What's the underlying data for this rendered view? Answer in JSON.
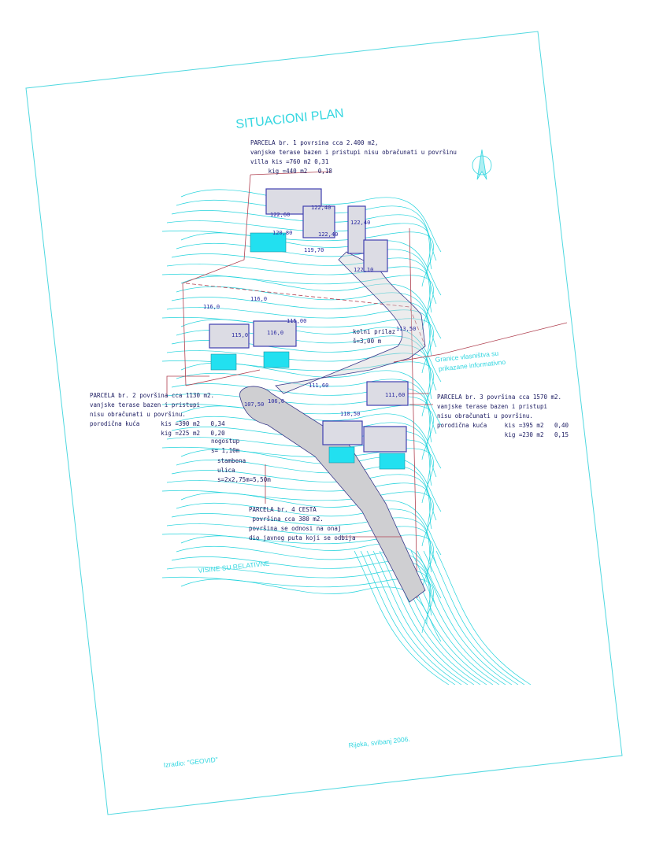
{
  "title": "SITUACIONI PLAN",
  "parcels": [
    {
      "lines": [
        "PARCELA br. 1 povrsina cca 2.400 m2,",
        "vanjske terase bazen i pristupi nisu obračunati u površinu",
        "villa kis =760 m2   0,31",
        "     kig =440 m2   0,18"
      ]
    },
    {
      "lines": [
        "PARCELA br. 2 površina cca 1130 m2.",
        "vanjske terase bazen i pristupi",
        "nisu obračunati u površinu.",
        "porodična kuća      kis =390 m2   0,34",
        "                    kig =225 m2   0,20"
      ]
    },
    {
      "lines": [
        "PARCELA br. 3 površina cca 1570 m2.",
        "vanjske terase bazen i pristupi",
        "nisu obračunati u površinu.",
        "porodična kuća     kis =395 m2   0,40",
        "                   kig =230 m2   0,15"
      ]
    },
    {
      "lines": [
        "PARCELA br. 4 CESTA",
        " površina cca 380 m2.",
        "površina se odnosi na onaj",
        "dio javnog puta koji se odbija"
      ]
    }
  ],
  "annotations": {
    "nogostup": [
      "nogostup",
      "s= 1,10m"
    ],
    "ulica": [
      "stambena",
      "ulica",
      "s=2x2,75m=5,50m"
    ],
    "kolni": [
      "kolni prilaz",
      "š=3,00 m"
    ],
    "granice": [
      "Granice vlasništva su",
      "prikazane informativno"
    ],
    "visine": "VISINE SU RELATIVNE",
    "izradio": "Izradio: \"GEOVID\"",
    "place_date": "Rijeka, svibanj 2006."
  },
  "elevations": [
    "122,60",
    "122,40",
    "120,80",
    "122,40",
    "122,40",
    "119,70",
    "122,10",
    "116,0",
    "116,0",
    "115,0",
    "116,0",
    "115,00",
    "113,50",
    "111,60",
    "111,60",
    "110,50",
    "107,50",
    "106,0"
  ],
  "colors": {
    "line": "#22d3dc",
    "building": "#4040b0",
    "boundary": "#b04050",
    "pool": "#22e0f0",
    "text": "#1a1a60"
  },
  "icons": {
    "north_arrow": "north-arrow-icon"
  }
}
